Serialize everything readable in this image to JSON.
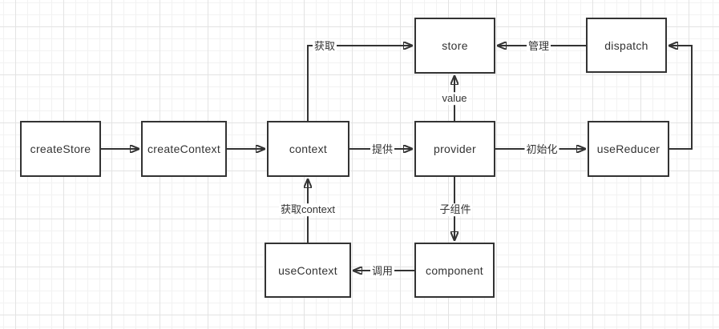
{
  "canvas": {
    "background": "#ffffff",
    "grid_minor_color": "#f2f2f2",
    "grid_major_color": "#e3e3e3"
  },
  "colors": {
    "line": "#333333",
    "node_border": "#333333",
    "text": "#333333"
  },
  "nodes": [
    {
      "id": "createStore",
      "label": "createStore"
    },
    {
      "id": "createContext",
      "label": "createContext"
    },
    {
      "id": "context",
      "label": "context"
    },
    {
      "id": "provider",
      "label": "provider"
    },
    {
      "id": "useReducer",
      "label": "useReducer"
    },
    {
      "id": "store",
      "label": "store"
    },
    {
      "id": "dispatch",
      "label": "dispatch"
    },
    {
      "id": "useContext",
      "label": "useContext"
    },
    {
      "id": "component",
      "label": "component"
    }
  ],
  "edges": [
    {
      "from": "createStore",
      "to": "createContext",
      "label": ""
    },
    {
      "from": "createContext",
      "to": "context",
      "label": ""
    },
    {
      "from": "context",
      "to": "provider",
      "label": "提供"
    },
    {
      "from": "provider",
      "to": "useReducer",
      "label": "初始化"
    },
    {
      "from": "context",
      "to": "store",
      "label": "获取"
    },
    {
      "from": "dispatch",
      "to": "store",
      "label": "管理"
    },
    {
      "from": "provider",
      "to": "store",
      "label": "value"
    },
    {
      "from": "provider",
      "to": "component",
      "label": "子组件"
    },
    {
      "from": "useContext",
      "to": "context",
      "label": "获取context"
    },
    {
      "from": "component",
      "to": "useContext",
      "label": "调用"
    },
    {
      "from": "useReducer",
      "to": "dispatch",
      "label": ""
    }
  ]
}
